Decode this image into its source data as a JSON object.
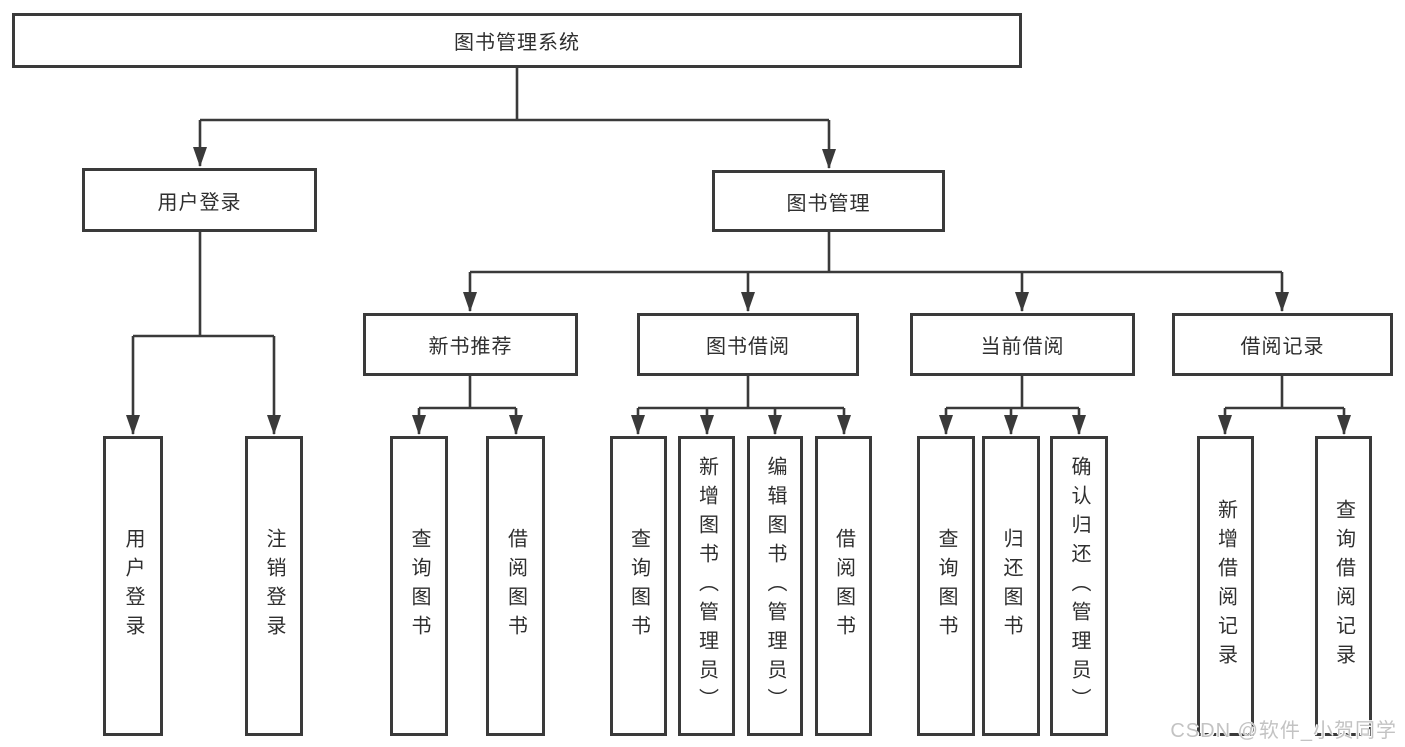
{
  "diagram": {
    "root": {
      "label": "图书管理系统"
    },
    "branches": [
      {
        "label": "用户登录",
        "children": [
          {
            "label": "用户登录"
          },
          {
            "label": "注销登录"
          }
        ]
      },
      {
        "label": "图书管理",
        "children": [
          {
            "label": "新书推荐",
            "children": [
              {
                "label": "查询图书"
              },
              {
                "label": "借阅图书"
              }
            ]
          },
          {
            "label": "图书借阅",
            "children": [
              {
                "label": "查询图书"
              },
              {
                "label": "新增图书（管理员）"
              },
              {
                "label": "编辑图书（管理员）"
              },
              {
                "label": "借阅图书"
              }
            ]
          },
          {
            "label": "当前借阅",
            "children": [
              {
                "label": "查询图书"
              },
              {
                "label": "归还图书"
              },
              {
                "label": "确认归还（管理员）"
              }
            ]
          },
          {
            "label": "借阅记录",
            "children": [
              {
                "label": "新增借阅记录"
              },
              {
                "label": "查询借阅记录"
              }
            ]
          }
        ]
      }
    ]
  },
  "watermark": "CSDN @软件_小贺同学",
  "colors": {
    "line": "#3a3a3a",
    "box_border": "#3a3a3a",
    "text": "#2f2f2f",
    "background": "#ffffff",
    "watermark": "#c3c3c3"
  }
}
